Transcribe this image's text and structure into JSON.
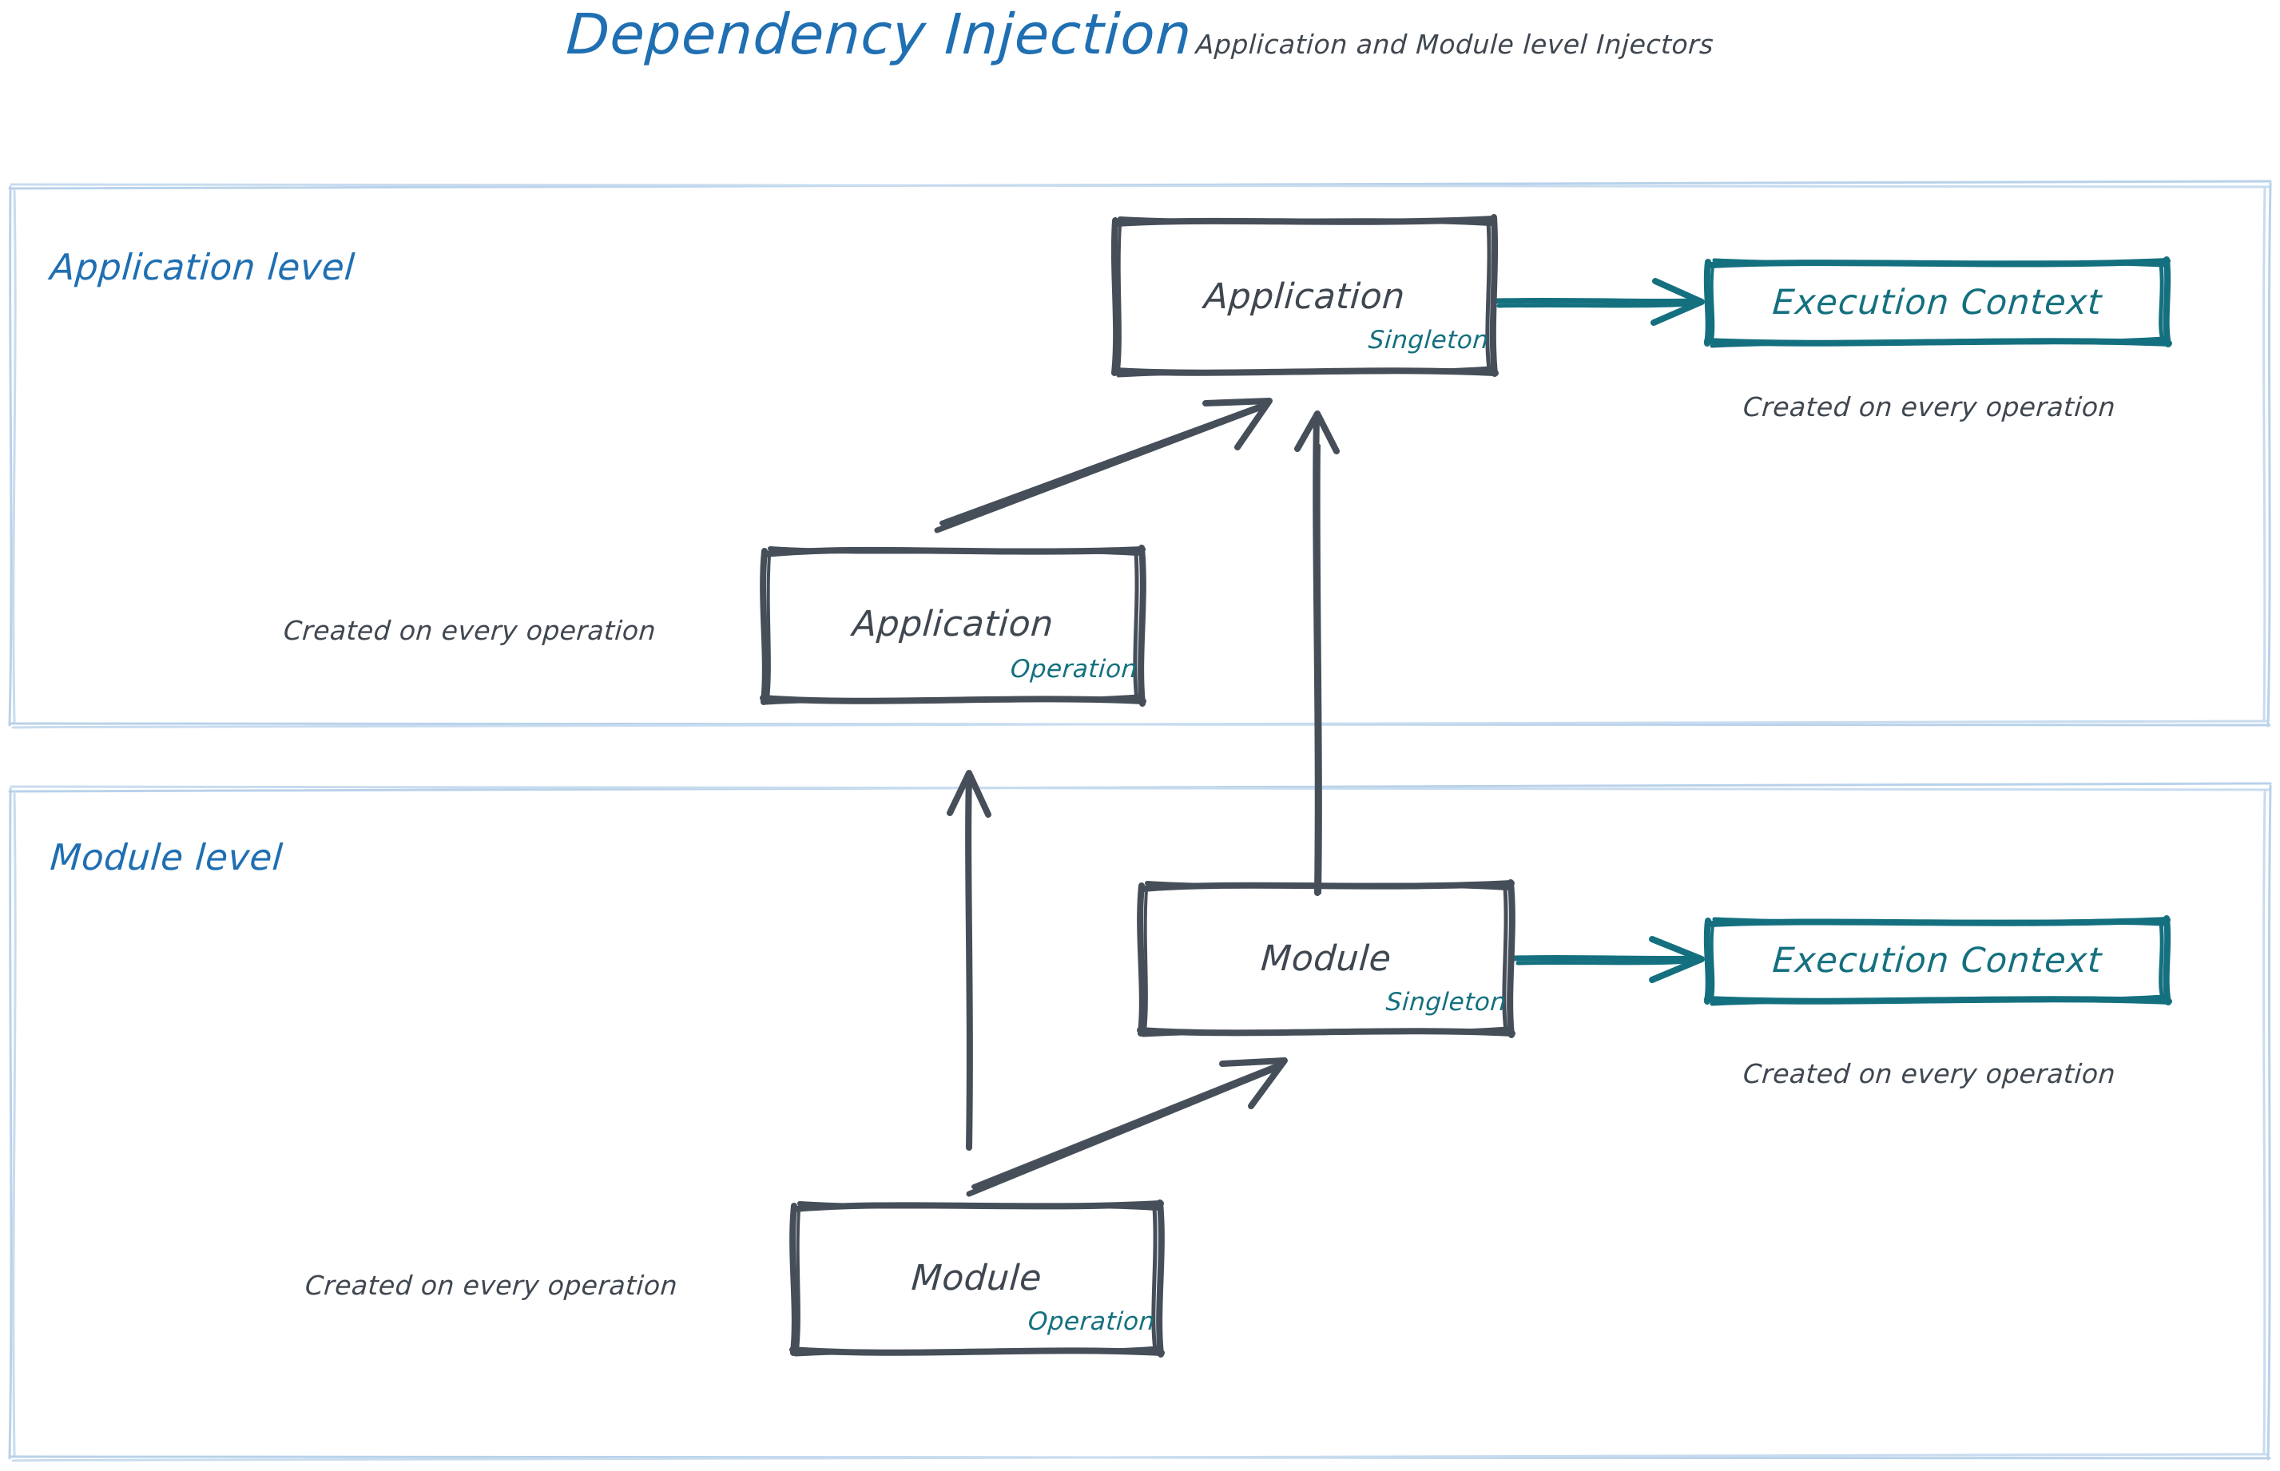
{
  "title": "Dependency Injection",
  "subtitle": "Application and Module level Injectors",
  "colors": {
    "title_blue": "#1f6fb2",
    "lane_border_blue": "#b9d2ea",
    "node_stroke": "#464f59",
    "teal": "#14707f",
    "text_gray": "#3f4750",
    "background": "#ffffff"
  },
  "lanes": [
    {
      "id": "application-level",
      "label": "Application level"
    },
    {
      "id": "module-level",
      "label": "Module level"
    }
  ],
  "nodes": {
    "app_singleton": {
      "title": "Application",
      "scope": "Singleton"
    },
    "app_operation": {
      "title": "Application",
      "scope": "Operation"
    },
    "module_singleton": {
      "title": "Module",
      "scope": "Singleton"
    },
    "module_operation": {
      "title": "Module",
      "scope": "Operation"
    },
    "app_execution_context": {
      "title": "Execution Context"
    },
    "module_execution_context": {
      "title": "Execution Context"
    }
  },
  "annotations": {
    "app_ctx_note": "Created on every operation",
    "app_operation_note": "Created on every operation",
    "module_ctx_note": "Created on every operation",
    "module_operation_note": "Created on every operation"
  },
  "edges": [
    {
      "id": "app-singleton-to-execution-context",
      "from": "app_singleton",
      "to": "app_execution_context",
      "color": "teal"
    },
    {
      "id": "app-operation-to-app-singleton",
      "from": "app_operation",
      "to": "app_singleton",
      "color": "gray"
    },
    {
      "id": "module-singleton-to-app-singleton",
      "from": "module_singleton",
      "to": "app_singleton",
      "color": "gray"
    },
    {
      "id": "module-operation-to-app-operation",
      "from": "module_operation",
      "to": "app_operation",
      "color": "gray"
    },
    {
      "id": "module-operation-to-module-singleton",
      "from": "module_operation",
      "to": "module_singleton",
      "color": "gray"
    },
    {
      "id": "module-singleton-to-execution-context",
      "from": "module_singleton",
      "to": "module_execution_context",
      "color": "teal"
    }
  ]
}
